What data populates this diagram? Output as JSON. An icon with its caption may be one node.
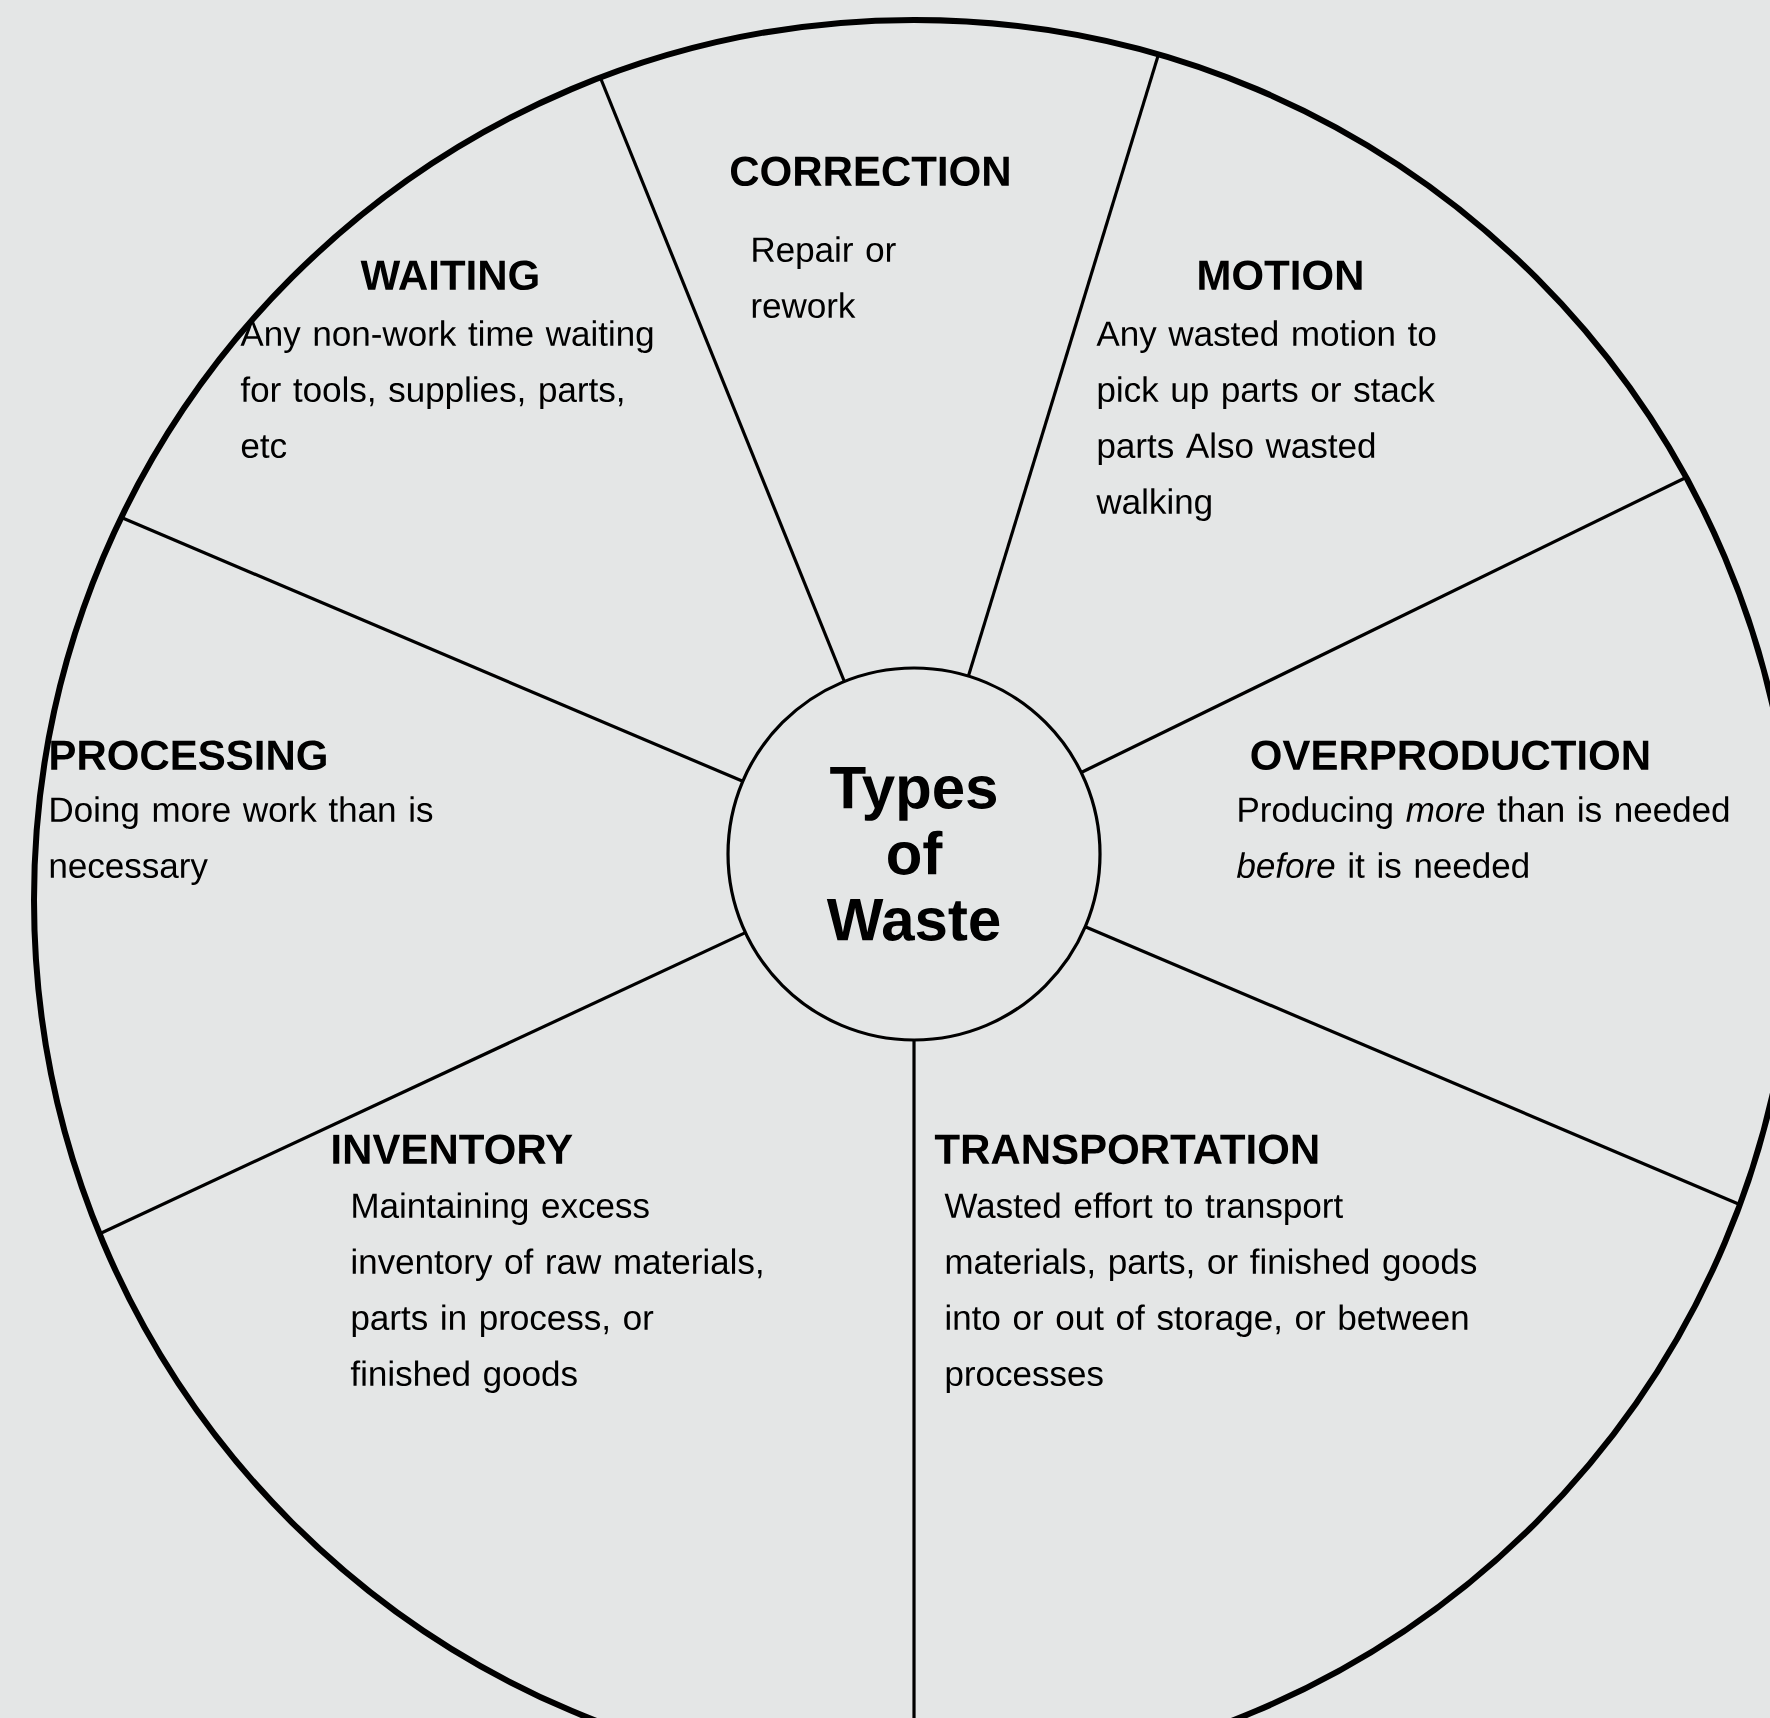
{
  "diagram": {
    "nodes": [
      {
        "text": [
          "CORRECTION",
          "Repair or rework"
        ]
      },
      {
        "text": [
          "WAITING",
          "Any non-work time waiting for tools, supplies, parts, etc"
        ]
      },
      {
        "text": [
          "MOTION",
          "Any wasted motion to pick up parts or stack parts Also wasted walking"
        ]
      },
      {
        "text": [
          "PROCESSING",
          "Doing more work than is necessary"
        ]
      },
      {
        "text": [
          "Types of Waste"
        ]
      },
      {
        "text": [
          "OVERPRODUCTION",
          "Producing *more* than is needed *before* it is needed"
        ]
      },
      {
        "text": [
          "INVENTORY",
          "Maintaining excess inventory of raw materials, parts in process, or finished goods"
        ]
      },
      {
        "text": [
          "TRANSPORTATION",
          "Wasted effort to transport materials, parts, or finished goods into or out of storage, or between processes"
        ]
      }
    ]
  }
}
